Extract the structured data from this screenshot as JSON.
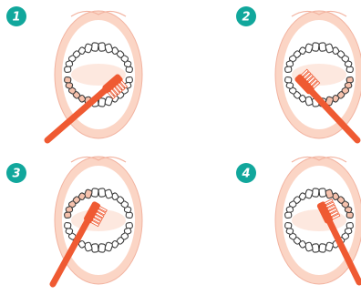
{
  "colors": {
    "badge": "#11a79c",
    "badge_text": "#ffffff",
    "lip": "#fbd5c5",
    "lip_line": "#f2b3a0",
    "cavity": "#ffffff",
    "tooth_stroke": "#3a3a3a",
    "tooth_highlight": "#f6c2ad",
    "brush": "#ef5a32",
    "bristle": "#ffffff"
  },
  "steps": [
    {
      "number": "1",
      "icon": "mouth-brushing-lower-left-icon"
    },
    {
      "number": "2",
      "icon": "mouth-brushing-lower-right-icon"
    },
    {
      "number": "3",
      "icon": "mouth-brushing-upper-left-icon"
    },
    {
      "number": "4",
      "icon": "mouth-brushing-upper-right-icon"
    }
  ]
}
